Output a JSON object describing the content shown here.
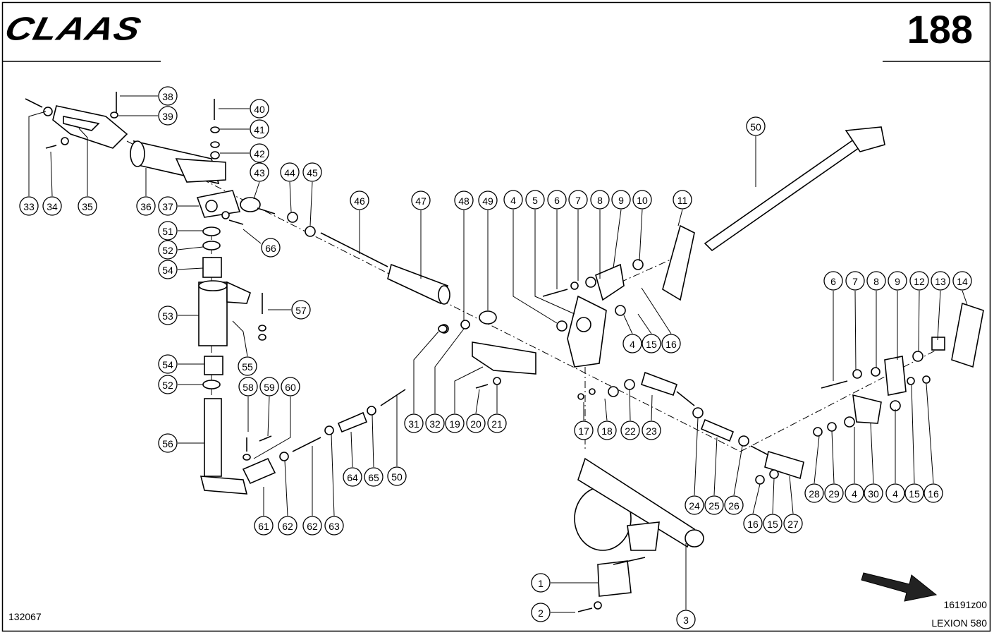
{
  "header": {
    "brand": "CLAAS",
    "page_number": "188"
  },
  "footer": {
    "document_number": "132067",
    "image_code": "16191z00",
    "model": "LEXION 580"
  },
  "callouts": [
    {
      "label": "1"
    },
    {
      "label": "2"
    },
    {
      "label": "3"
    },
    {
      "label": "4"
    },
    {
      "label": "4"
    },
    {
      "label": "4"
    },
    {
      "label": "4"
    },
    {
      "label": "5"
    },
    {
      "label": "6"
    },
    {
      "label": "6"
    },
    {
      "label": "7"
    },
    {
      "label": "7"
    },
    {
      "label": "8"
    },
    {
      "label": "8"
    },
    {
      "label": "9"
    },
    {
      "label": "9"
    },
    {
      "label": "10"
    },
    {
      "label": "11"
    },
    {
      "label": "12"
    },
    {
      "label": "13"
    },
    {
      "label": "14"
    },
    {
      "label": "15"
    },
    {
      "label": "15"
    },
    {
      "label": "15"
    },
    {
      "label": "16"
    },
    {
      "label": "16"
    },
    {
      "label": "16"
    },
    {
      "label": "17"
    },
    {
      "label": "18"
    },
    {
      "label": "19"
    },
    {
      "label": "20"
    },
    {
      "label": "21"
    },
    {
      "label": "22"
    },
    {
      "label": "23"
    },
    {
      "label": "24"
    },
    {
      "label": "25"
    },
    {
      "label": "26"
    },
    {
      "label": "27"
    },
    {
      "label": "28"
    },
    {
      "label": "29"
    },
    {
      "label": "30"
    },
    {
      "label": "31"
    },
    {
      "label": "32"
    },
    {
      "label": "33"
    },
    {
      "label": "34"
    },
    {
      "label": "35"
    },
    {
      "label": "36"
    },
    {
      "label": "37"
    },
    {
      "label": "38"
    },
    {
      "label": "39"
    },
    {
      "label": "40"
    },
    {
      "label": "41"
    },
    {
      "label": "42"
    },
    {
      "label": "43"
    },
    {
      "label": "44"
    },
    {
      "label": "45"
    },
    {
      "label": "46"
    },
    {
      "label": "47"
    },
    {
      "label": "48"
    },
    {
      "label": "49"
    },
    {
      "label": "50"
    },
    {
      "label": "50"
    },
    {
      "label": "51"
    },
    {
      "label": "52"
    },
    {
      "label": "52"
    },
    {
      "label": "53"
    },
    {
      "label": "54"
    },
    {
      "label": "54"
    },
    {
      "label": "55"
    },
    {
      "label": "56"
    },
    {
      "label": "57"
    },
    {
      "label": "58"
    },
    {
      "label": "59"
    },
    {
      "label": "60"
    },
    {
      "label": "61"
    },
    {
      "label": "62"
    },
    {
      "label": "62"
    },
    {
      "label": "63"
    },
    {
      "label": "64"
    },
    {
      "label": "65"
    },
    {
      "label": "66"
    }
  ]
}
